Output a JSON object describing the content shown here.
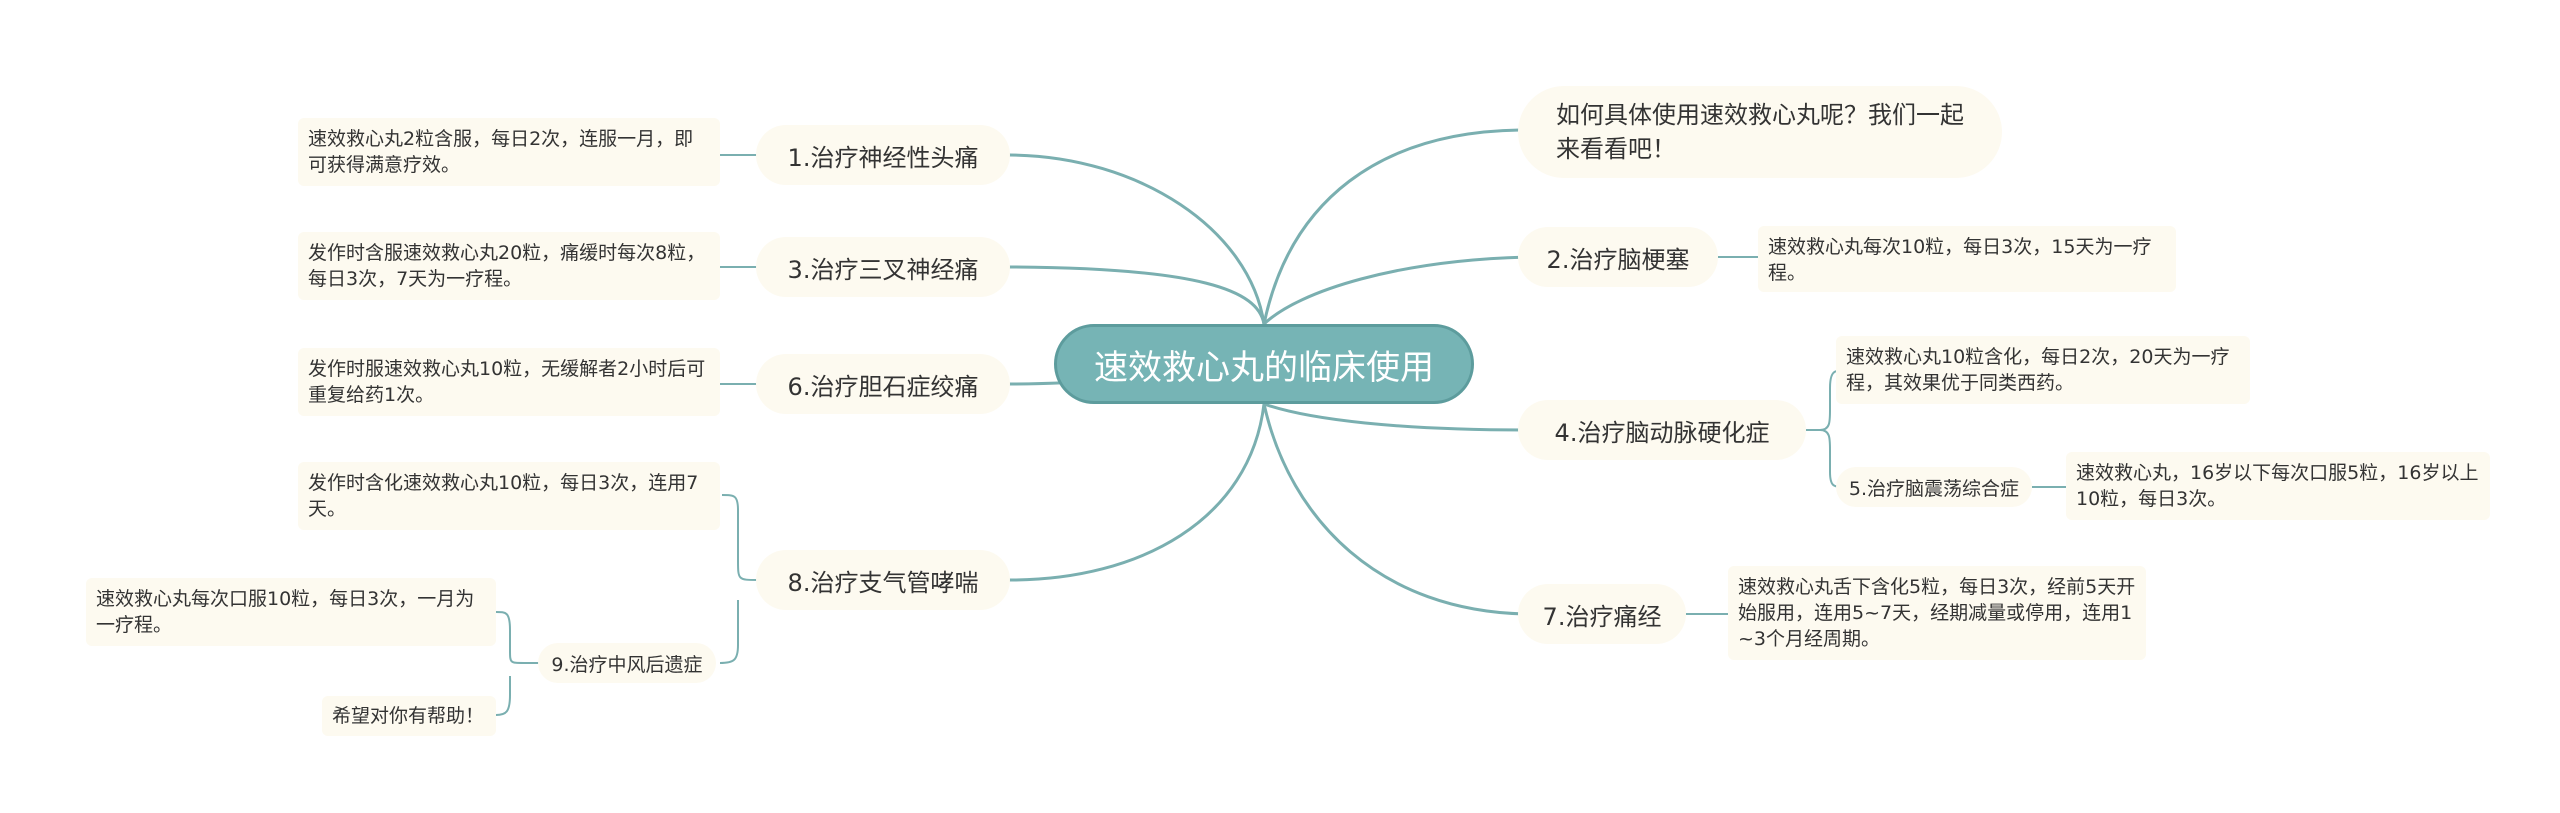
{
  "root": "速效救心丸的临床使用",
  "intro": "如何具体使用速效救心丸呢？我们一起来看看吧！",
  "branches": {
    "b1": {
      "label": "1.治疗神经性头痛",
      "detail": "速效救心丸2粒含服，每日2次，连服一月，即可获得满意疗效。"
    },
    "b3": {
      "label": "3.治疗三叉神经痛",
      "detail": "发作时含服速效救心丸20粒，痛缓时每次8粒，每日3次，7天为一疗程。"
    },
    "b6": {
      "label": "6.治疗胆石症绞痛",
      "detail": "发作时服速效救心丸10粒，无缓解者2小时后可重复给药1次。"
    },
    "b8": {
      "label": "8.治疗支气管哮喘",
      "detail": "发作时含化速效救心丸10粒，每日3次，连用7天。",
      "sub": {
        "label": "9.治疗中风后遗症",
        "detail": "速效救心丸每次口服10粒，每日3次，一月为一疗程。",
        "closing": "希望对你有帮助！"
      }
    },
    "b2": {
      "label": "2.治疗脑梗塞",
      "detail": "速效救心丸每次10粒，每日3次，15天为一疗程。"
    },
    "b4": {
      "label": "4.治疗脑动脉硬化症",
      "detail": "速效救心丸10粒含化，每日2次，20天为一疗程，其效果优于同类西药。",
      "sub": {
        "label": "5.治疗脑震荡综合症",
        "detail": "速效救心丸，16岁以下每次口服5粒，16岁以上10粒，每日3次。"
      }
    },
    "b7": {
      "label": "7.治疗痛经",
      "detail": "速效救心丸舌下含化5粒，每日3次，经前5天开始服用，连用5~7天，经期减量或停用，连用1~3个月经周期。"
    }
  },
  "colors": {
    "connector": "#7aafb0",
    "root_fill": "#76b4b5",
    "node_fill": "#fdfaf0",
    "text": "#333333"
  }
}
